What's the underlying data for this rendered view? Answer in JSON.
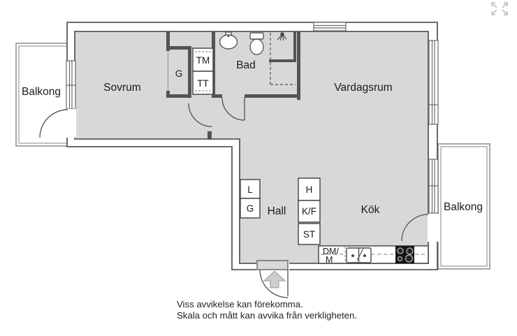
{
  "viewer": {
    "fullscreen_icon": "expand-arrows",
    "icon_color": "#c8c8c8"
  },
  "floorplan": {
    "rooms": {
      "sovrum": "Sovrum",
      "bad": "Bad",
      "vardagsrum": "Vardagsrum",
      "hall": "Hall",
      "kok": "Kök",
      "balkong_left": "Balkong",
      "balkong_right": "Balkong"
    },
    "fixtures": {
      "garderob_sovrum": "G",
      "tvattmaskin": "TM",
      "torktumlare": "TT",
      "linneskap_hall": "L",
      "garderob_hall": "G",
      "hylla": "H",
      "kyl_frys": "K/F",
      "stadskap": "ST",
      "diskmaskin_line1": "DM/",
      "diskmaskin_line2": "M"
    },
    "disclaimer": {
      "line1": "Viss avvikelse kan förekomma.",
      "line2": "Skala och mått kan avvika från verkligheten."
    },
    "colors": {
      "room_fill": "#d8d8d8",
      "wall": "#545454",
      "background": "#ffffff"
    }
  }
}
